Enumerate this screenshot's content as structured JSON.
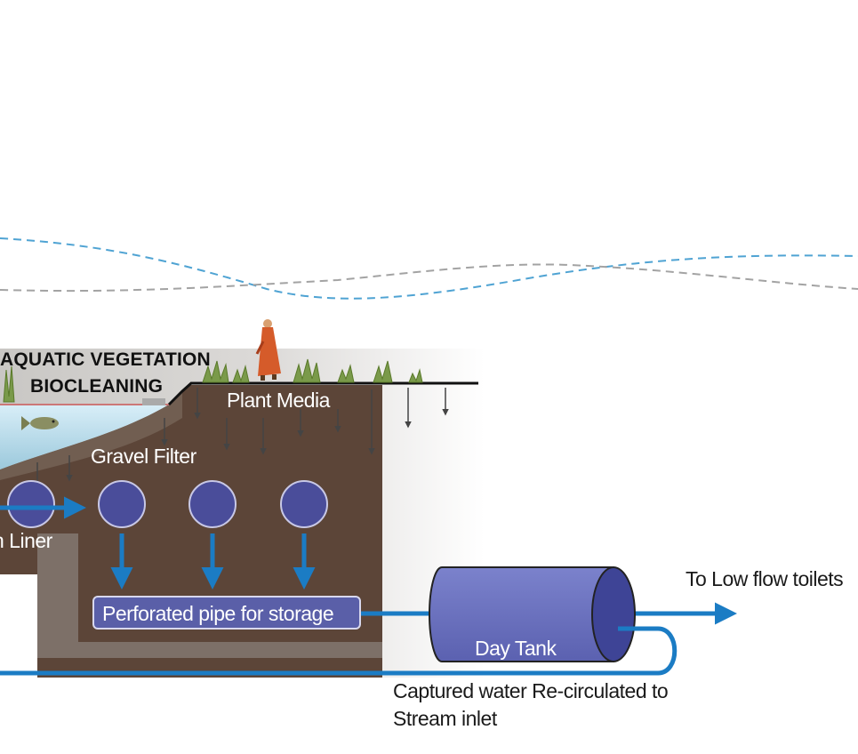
{
  "labels": {
    "aquatic_vegetation": "AQUATIC VEGETATION",
    "biocleaning": "BIOCLEANING",
    "plant_media": "Plant Media",
    "gravel_filter": "Gravel Filter",
    "liner": "n Liner",
    "perforated_pipe": "Perforated pipe for storage",
    "day_tank": "Day Tank",
    "to_low_flow_toilets": "To Low flow toilets",
    "recirculated_line1": "Captured water Re-circulated to",
    "recirculated_line2": "Stream inlet"
  },
  "colors": {
    "soil": "#5b4538",
    "gravel_band": "#7d7068",
    "pipe_fill": "#4a4d9a",
    "flow_arrow": "#1b7cc4",
    "tank_body": "#6a71bf",
    "water_dash": "#4fa3d3",
    "ground_dash": "#a0a0a0"
  },
  "icons": [
    "fish-icon",
    "person-figure-icon",
    "grass-tuft-icon",
    "flow-arrow-icon",
    "percolation-arrow-icon"
  ]
}
